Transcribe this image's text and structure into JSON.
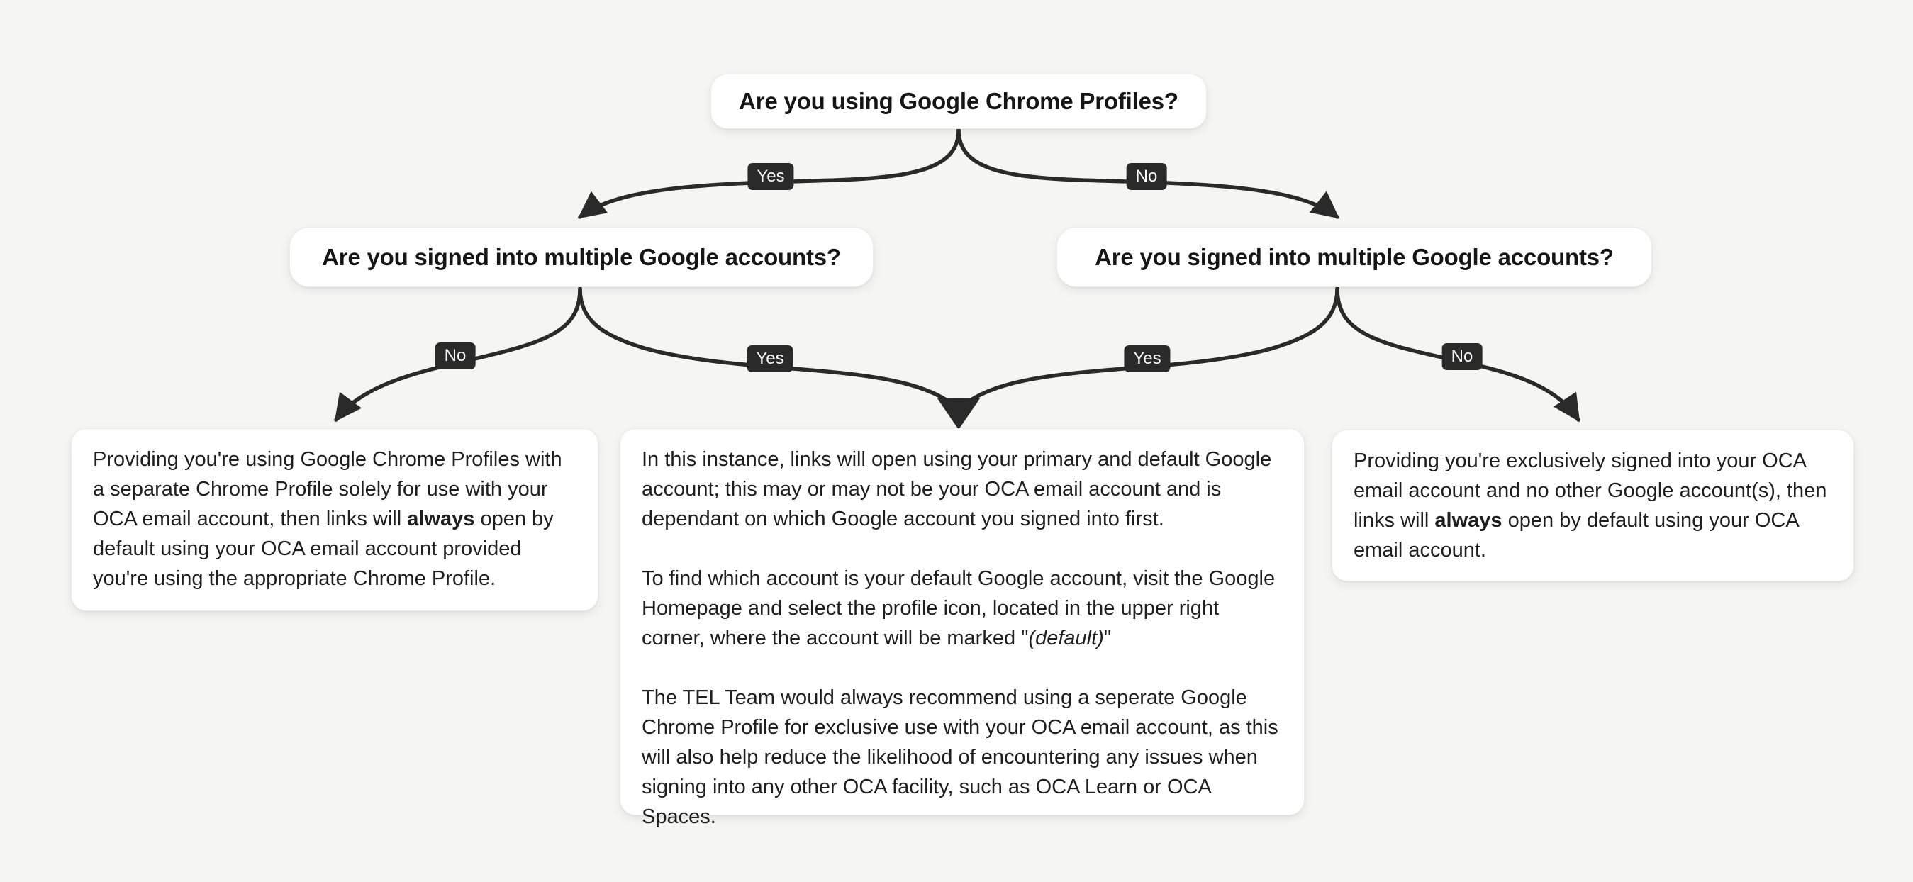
{
  "colors": {
    "background": "#f5f5f4",
    "node_background": "#ffffff",
    "line_and_badge": "#2a2a2a",
    "badge_text": "#fafafa",
    "question_text": "#161616",
    "body_text": "#1f1f1f"
  },
  "nodes": {
    "root": {
      "question": "Are you using Google Chrome Profiles?"
    },
    "left_question": {
      "question": "Are you signed into multiple Google accounts?"
    },
    "right_question": {
      "question": "Are you signed into multiple Google accounts?"
    }
  },
  "edges": {
    "root_yes": "Yes",
    "root_no": "No",
    "left_no": "No",
    "left_yes": "Yes",
    "right_yes": "Yes",
    "right_no": "No"
  },
  "leaves": {
    "left": {
      "prefix": "Providing you're using Google Chrome Profiles with a separate Chrome Profile solely for use with your OCA email account, then links will ",
      "bold": "always",
      "suffix": " open by default using your OCA email account provided you're using the appropriate Chrome Profile."
    },
    "middle": {
      "p1": "In this instance, links will open using your primary and default Google account; this may or may not be your OCA email account and is dependant on which Google account you signed into first.",
      "p2_prefix": "To find which account is your default Google account, visit the Google Homepage and select the profile icon, located in the upper right corner, where the account will be marked \"",
      "p2_italic": "(default)",
      "p2_suffix": "\"",
      "p3": "The TEL Team would always recommend using a seperate Google Chrome Profile for exclusive use with your OCA email account, as this will also help reduce the likelihood of encountering any issues when signing into any other OCA facility, such as OCA Learn or OCA Spaces."
    },
    "right": {
      "prefix": "Providing you're exclusively signed into your OCA email account and no other Google account(s), then links will ",
      "bold": "always",
      "suffix": " open by default using your OCA email account."
    }
  }
}
